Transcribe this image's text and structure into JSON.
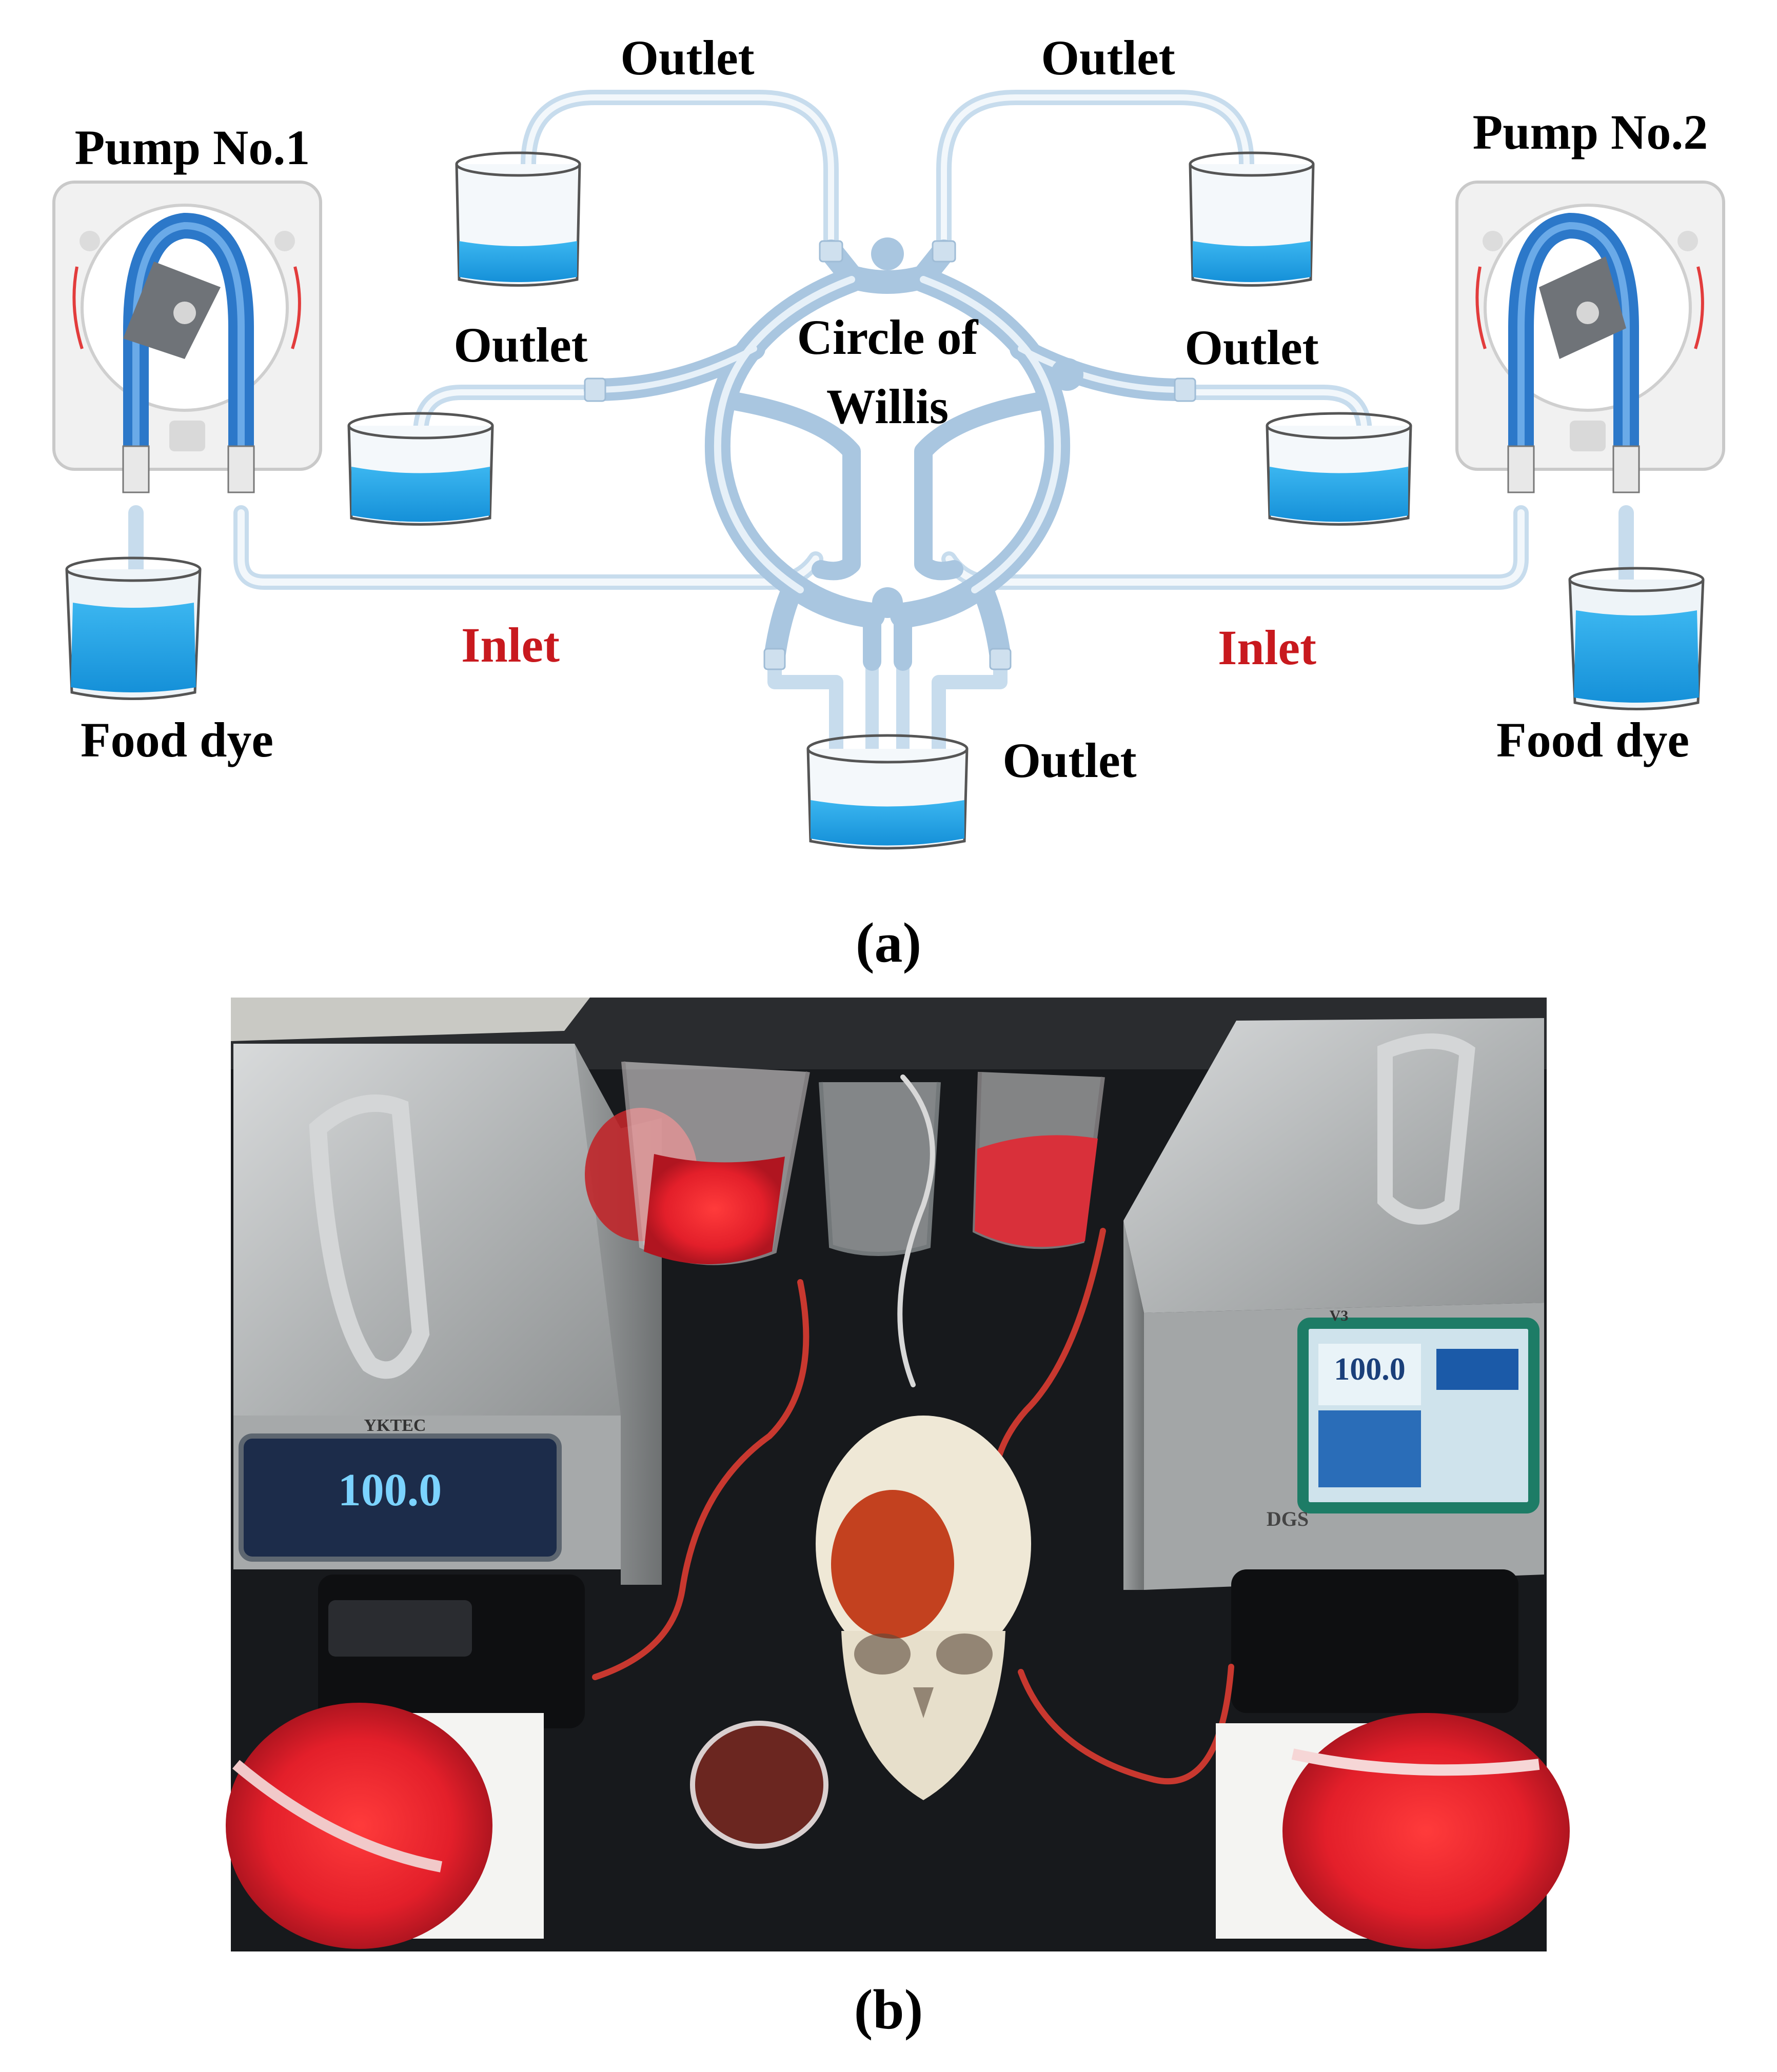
{
  "panel_a": {
    "caption": "(a)",
    "pump_left": "Pump No.1",
    "pump_right": "Pump No.2",
    "center": {
      "line1": "Circle of",
      "line2": "Willis"
    },
    "outlet": "Outlet",
    "inlet": "Inlet",
    "food_dye": "Food dye",
    "colors": {
      "inlet_text": "#c8191e",
      "liquid": "#1aa3e8",
      "tube": "#c7dced",
      "vessel": "#a9c6e0"
    }
  },
  "panel_b": {
    "caption": "(b)",
    "screen_left": "100.0",
    "screen_right": "100.0",
    "pump_brand_left": "YKTEC",
    "pump_brand_right": "DGS",
    "screen_right_model": "V3",
    "colors": {
      "bench": "#16181b",
      "steel": "#b4b7b8",
      "dye": "#e02a2a",
      "skull": "#efe8d6"
    }
  }
}
